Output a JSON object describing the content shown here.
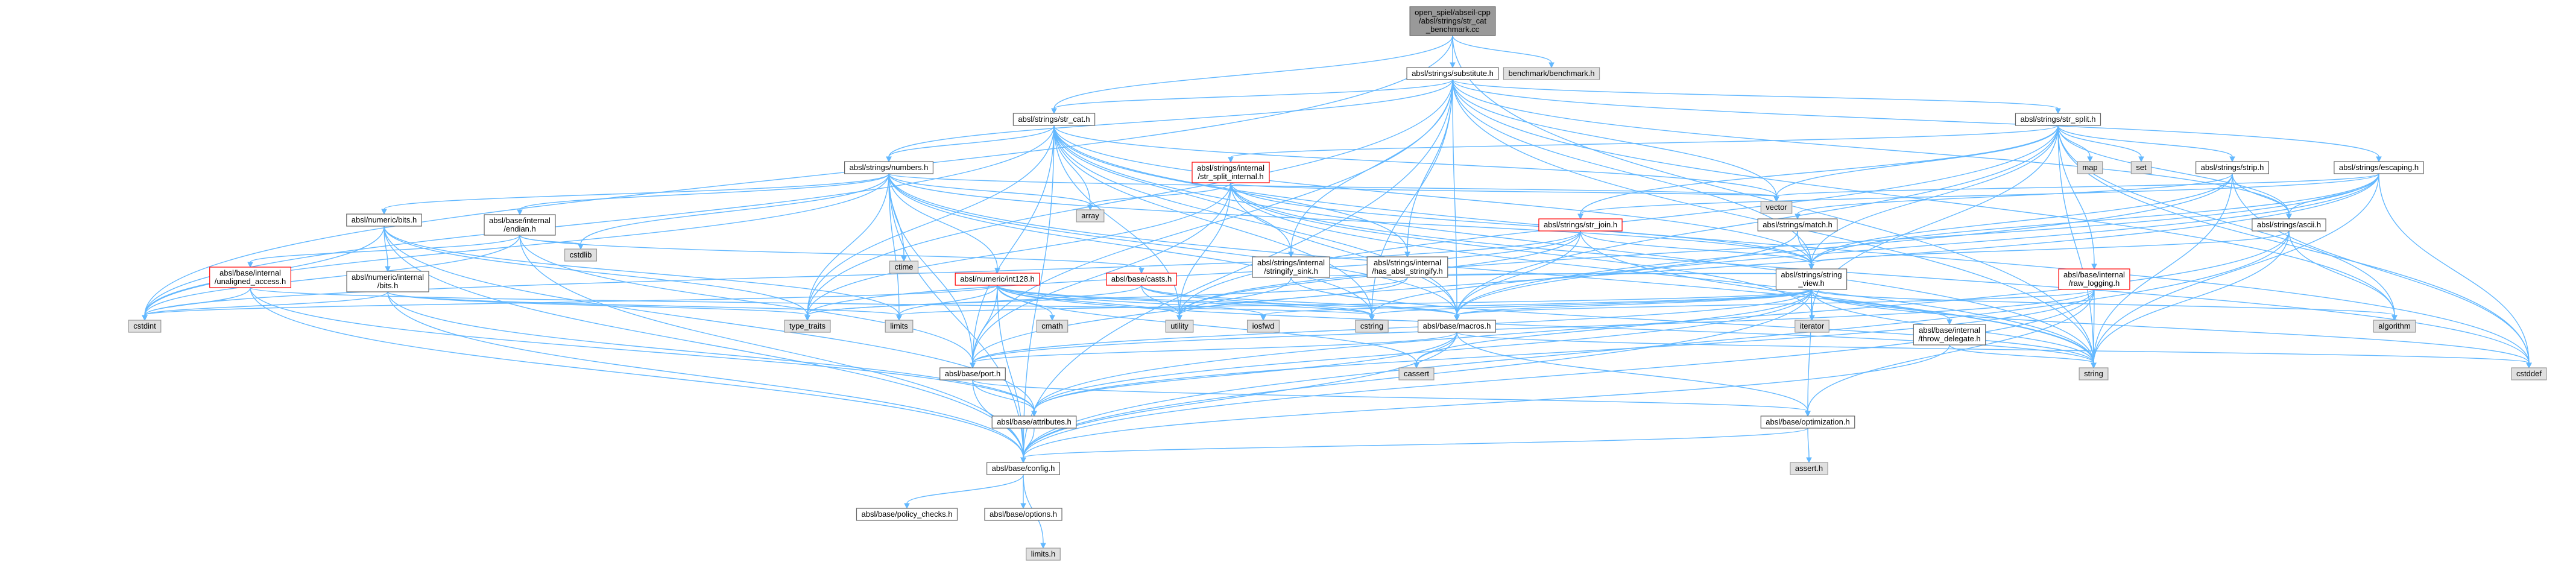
{
  "colors": {
    "edge": "#63b8ff",
    "root_fill": "#999999",
    "default_fill": "#ffffff",
    "default_border": "#666666",
    "external_fill": "#e0e0e0",
    "external_border": "#999999",
    "incomplete_border": "#ff0000"
  },
  "nodes": [
    {
      "id": "root",
      "lines": [
        "open_spiel/abseil-cpp",
        "/absl/strings/str_cat",
        "_benchmark.cc"
      ],
      "kind": "root"
    },
    {
      "id": "substitute",
      "lines": [
        "absl/strings/substitute.h"
      ],
      "kind": "normal"
    },
    {
      "id": "bench",
      "lines": [
        "benchmark/benchmark.h"
      ],
      "kind": "external"
    },
    {
      "id": "str_cat",
      "lines": [
        "absl/strings/str_cat.h"
      ],
      "kind": "normal"
    },
    {
      "id": "str_split",
      "lines": [
        "absl/strings/str_split.h"
      ],
      "kind": "normal"
    },
    {
      "id": "numbers",
      "lines": [
        "absl/strings/numbers.h"
      ],
      "kind": "normal"
    },
    {
      "id": "str_split_internal",
      "lines": [
        "absl/strings/internal",
        "/str_split_internal.h"
      ],
      "kind": "incomplete"
    },
    {
      "id": "map",
      "lines": [
        "map"
      ],
      "kind": "external"
    },
    {
      "id": "set",
      "lines": [
        "set"
      ],
      "kind": "external"
    },
    {
      "id": "strip",
      "lines": [
        "absl/strings/strip.h"
      ],
      "kind": "normal"
    },
    {
      "id": "escaping",
      "lines": [
        "absl/strings/escaping.h"
      ],
      "kind": "normal"
    },
    {
      "id": "array",
      "lines": [
        "array"
      ],
      "kind": "external"
    },
    {
      "id": "vector",
      "lines": [
        "vector"
      ],
      "kind": "external"
    },
    {
      "id": "numeric_bits",
      "lines": [
        "absl/numeric/bits.h"
      ],
      "kind": "normal"
    },
    {
      "id": "endian",
      "lines": [
        "absl/base/internal",
        "/endian.h"
      ],
      "kind": "normal"
    },
    {
      "id": "ctime",
      "lines": [
        "ctime"
      ],
      "kind": "external"
    },
    {
      "id": "stringify_sink",
      "lines": [
        "absl/strings/internal",
        "/stringify_sink.h"
      ],
      "kind": "normal"
    },
    {
      "id": "has_absl_stringify",
      "lines": [
        "absl/strings/internal",
        "/has_absl_stringify.h"
      ],
      "kind": "normal"
    },
    {
      "id": "str_join",
      "lines": [
        "absl/strings/str_join.h"
      ],
      "kind": "incomplete"
    },
    {
      "id": "match",
      "lines": [
        "absl/strings/match.h"
      ],
      "kind": "normal"
    },
    {
      "id": "ascii",
      "lines": [
        "absl/strings/ascii.h"
      ],
      "kind": "normal"
    },
    {
      "id": "unaligned_access",
      "lines": [
        "absl/base/internal",
        "/unaligned_access.h"
      ],
      "kind": "incomplete"
    },
    {
      "id": "numeric_internal_bits",
      "lines": [
        "absl/numeric/internal",
        "/bits.h"
      ],
      "kind": "normal"
    },
    {
      "id": "cstdlib",
      "lines": [
        "cstdlib"
      ],
      "kind": "external"
    },
    {
      "id": "int128",
      "lines": [
        "absl/numeric/int128.h"
      ],
      "kind": "incomplete"
    },
    {
      "id": "casts",
      "lines": [
        "absl/base/casts.h"
      ],
      "kind": "incomplete"
    },
    {
      "id": "string_view",
      "lines": [
        "absl/strings/string",
        "_view.h"
      ],
      "kind": "normal"
    },
    {
      "id": "raw_logging",
      "lines": [
        "absl/base/internal",
        "/raw_logging.h"
      ],
      "kind": "incomplete"
    },
    {
      "id": "cstdint",
      "lines": [
        "cstdint"
      ],
      "kind": "external"
    },
    {
      "id": "type_traits",
      "lines": [
        "type_traits"
      ],
      "kind": "external"
    },
    {
      "id": "limits",
      "lines": [
        "limits"
      ],
      "kind": "external"
    },
    {
      "id": "cmath",
      "lines": [
        "cmath"
      ],
      "kind": "external"
    },
    {
      "id": "utility",
      "lines": [
        "utility"
      ],
      "kind": "external"
    },
    {
      "id": "iosfwd",
      "lines": [
        "iosfwd"
      ],
      "kind": "external"
    },
    {
      "id": "cstring",
      "lines": [
        "cstring"
      ],
      "kind": "external"
    },
    {
      "id": "macros",
      "lines": [
        "absl/base/macros.h"
      ],
      "kind": "normal"
    },
    {
      "id": "iterator",
      "lines": [
        "iterator"
      ],
      "kind": "external"
    },
    {
      "id": "throw_delegate",
      "lines": [
        "absl/base/internal",
        "/throw_delegate.h"
      ],
      "kind": "normal"
    },
    {
      "id": "algorithm",
      "lines": [
        "algorithm"
      ],
      "kind": "external"
    },
    {
      "id": "cstddef",
      "lines": [
        "cstddef"
      ],
      "kind": "external"
    },
    {
      "id": "port",
      "lines": [
        "absl/base/port.h"
      ],
      "kind": "normal"
    },
    {
      "id": "cassert",
      "lines": [
        "cassert"
      ],
      "kind": "external"
    },
    {
      "id": "string",
      "lines": [
        "string"
      ],
      "kind": "external"
    },
    {
      "id": "attributes",
      "lines": [
        "absl/base/attributes.h"
      ],
      "kind": "normal"
    },
    {
      "id": "optimization",
      "lines": [
        "absl/base/optimization.h"
      ],
      "kind": "normal"
    },
    {
      "id": "config",
      "lines": [
        "absl/base/config.h"
      ],
      "kind": "normal"
    },
    {
      "id": "assert_h",
      "lines": [
        "assert.h"
      ],
      "kind": "external"
    },
    {
      "id": "policy_checks",
      "lines": [
        "absl/base/policy_checks.h"
      ],
      "kind": "normal"
    },
    {
      "id": "options",
      "lines": [
        "absl/base/options.h"
      ],
      "kind": "normal"
    },
    {
      "id": "limits_h",
      "lines": [
        "limits.h"
      ],
      "kind": "external"
    }
  ],
  "edges": [
    [
      "root",
      "substitute"
    ],
    [
      "root",
      "bench"
    ],
    [
      "root",
      "str_cat"
    ],
    [
      "root",
      "cstdint"
    ],
    [
      "root",
      "string"
    ],
    [
      "substitute",
      "str_cat"
    ],
    [
      "substitute",
      "str_split"
    ],
    [
      "substitute",
      "escaping"
    ],
    [
      "substitute",
      "ascii"
    ],
    [
      "substitute",
      "string_view"
    ],
    [
      "substitute",
      "macros"
    ],
    [
      "substitute",
      "port"
    ],
    [
      "substitute",
      "vector"
    ],
    [
      "substitute",
      "stringify_sink"
    ],
    [
      "substitute",
      "has_absl_stringify"
    ],
    [
      "substitute",
      "numbers"
    ],
    [
      "substitute",
      "type_traits"
    ],
    [
      "substitute",
      "cstring"
    ],
    [
      "substitute",
      "string"
    ],
    [
      "substitute",
      "config"
    ],
    [
      "substitute",
      "algorithm"
    ],
    [
      "str_cat",
      "numbers"
    ],
    [
      "str_cat",
      "string_view"
    ],
    [
      "str_cat",
      "stringify_sink"
    ],
    [
      "str_cat",
      "has_absl_stringify"
    ],
    [
      "str_cat",
      "array"
    ],
    [
      "str_cat",
      "vector"
    ],
    [
      "str_cat",
      "cstdint"
    ],
    [
      "str_cat",
      "cstddef"
    ],
    [
      "str_cat",
      "macros"
    ],
    [
      "str_cat",
      "port"
    ],
    [
      "str_cat",
      "type_traits"
    ],
    [
      "str_cat",
      "utility"
    ],
    [
      "str_cat",
      "string"
    ],
    [
      "str_cat",
      "config"
    ],
    [
      "str_cat",
      "cstring"
    ],
    [
      "str_split",
      "str_split_internal"
    ],
    [
      "str_split",
      "strip"
    ],
    [
      "str_split",
      "str_join"
    ],
    [
      "str_split",
      "map"
    ],
    [
      "str_split",
      "set"
    ],
    [
      "str_split",
      "vector"
    ],
    [
      "str_split",
      "string_view"
    ],
    [
      "str_split",
      "raw_logging"
    ],
    [
      "str_split",
      "macros"
    ],
    [
      "str_split",
      "ascii"
    ],
    [
      "str_split",
      "string"
    ],
    [
      "str_split",
      "utility"
    ],
    [
      "str_split",
      "algorithm"
    ],
    [
      "str_split",
      "cstddef"
    ],
    [
      "str_split",
      "iterator"
    ],
    [
      "numbers",
      "numeric_bits"
    ],
    [
      "numbers",
      "endian"
    ],
    [
      "numbers",
      "ctime"
    ],
    [
      "numbers",
      "int128"
    ],
    [
      "numbers",
      "string_view"
    ],
    [
      "numbers",
      "config"
    ],
    [
      "numbers",
      "macros"
    ],
    [
      "numbers",
      "port"
    ],
    [
      "numbers",
      "cstdlib"
    ],
    [
      "numbers",
      "cstring"
    ],
    [
      "numbers",
      "limits"
    ],
    [
      "numbers",
      "type_traits"
    ],
    [
      "numbers",
      "cstdint"
    ],
    [
      "numbers",
      "string"
    ],
    [
      "numbers",
      "array"
    ],
    [
      "numbers",
      "vector"
    ],
    [
      "str_split_internal",
      "string_view"
    ],
    [
      "str_split_internal",
      "port"
    ],
    [
      "str_split_internal",
      "macros"
    ],
    [
      "str_split_internal",
      "array"
    ],
    [
      "str_split_internal",
      "vector"
    ],
    [
      "str_split_internal",
      "type_traits"
    ],
    [
      "str_split_internal",
      "utility"
    ],
    [
      "str_split_internal",
      "cstddef"
    ],
    [
      "str_split_internal",
      "string"
    ],
    [
      "str_split_internal",
      "iterator"
    ],
    [
      "str_split_internal",
      "initializer"
    ],
    [
      "strip",
      "ascii"
    ],
    [
      "strip",
      "macros"
    ],
    [
      "strip",
      "string_view"
    ],
    [
      "strip",
      "match"
    ],
    [
      "strip",
      "cstddef"
    ],
    [
      "strip",
      "string"
    ],
    [
      "escaping",
      "ascii"
    ],
    [
      "escaping",
      "str_join"
    ],
    [
      "escaping",
      "string_view"
    ],
    [
      "escaping",
      "macros"
    ],
    [
      "escaping",
      "port"
    ],
    [
      "escaping",
      "vector"
    ],
    [
      "escaping",
      "string"
    ],
    [
      "escaping",
      "cstddef"
    ],
    [
      "escaping",
      "utility"
    ],
    [
      "numeric_bits",
      "numeric_internal_bits"
    ],
    [
      "numeric_bits",
      "attributes"
    ],
    [
      "numeric_bits",
      "config"
    ],
    [
      "numeric_bits",
      "cstdint"
    ],
    [
      "numeric_bits",
      "limits"
    ],
    [
      "numeric_bits",
      "type_traits"
    ],
    [
      "endian",
      "unaligned_access"
    ],
    [
      "endian",
      "casts"
    ],
    [
      "endian",
      "port"
    ],
    [
      "endian",
      "config"
    ],
    [
      "endian",
      "cstdint"
    ],
    [
      "endian",
      "cstdlib"
    ],
    [
      "stringify_sink",
      "string_view"
    ],
    [
      "stringify_sink",
      "string"
    ],
    [
      "stringify_sink",
      "utility"
    ],
    [
      "has_absl_stringify",
      "string_view"
    ],
    [
      "has_absl_stringify",
      "type_traits"
    ],
    [
      "has_absl_stringify",
      "utility"
    ],
    [
      "str_join",
      "string_view"
    ],
    [
      "str_join",
      "macros"
    ],
    [
      "str_join",
      "string"
    ],
    [
      "str_join",
      "type_traits"
    ],
    [
      "str_join",
      "utility"
    ],
    [
      "str_join",
      "cstdint"
    ],
    [
      "match",
      "string_view"
    ],
    [
      "match",
      "cstring"
    ],
    [
      "ascii",
      "string_view"
    ],
    [
      "ascii",
      "attributes"
    ],
    [
      "ascii",
      "string"
    ],
    [
      "ascii",
      "algorithm"
    ],
    [
      "ascii",
      "config"
    ],
    [
      "unaligned_access",
      "attributes"
    ],
    [
      "unaligned_access",
      "config"
    ],
    [
      "unaligned_access",
      "cstdint"
    ],
    [
      "unaligned_access",
      "cstring"
    ],
    [
      "numeric_internal_bits",
      "config"
    ],
    [
      "numeric_internal_bits",
      "limits"
    ],
    [
      "numeric_internal_bits",
      "type_traits"
    ],
    [
      "numeric_internal_bits",
      "cstdint"
    ],
    [
      "numeric_internal_bits",
      "attributes"
    ],
    [
      "int128",
      "config"
    ],
    [
      "int128",
      "macros"
    ],
    [
      "int128",
      "port"
    ],
    [
      "int128",
      "cassert"
    ],
    [
      "int128",
      "cmath"
    ],
    [
      "int128",
      "cstdint"
    ],
    [
      "int128",
      "cstring"
    ],
    [
      "int128",
      "iosfwd"
    ],
    [
      "int128",
      "limits"
    ],
    [
      "int128",
      "string"
    ],
    [
      "int128",
      "utility"
    ],
    [
      "casts",
      "macros"
    ],
    [
      "casts",
      "cstring"
    ],
    [
      "casts",
      "type_traits"
    ],
    [
      "casts",
      "utility"
    ],
    [
      "string_view",
      "config"
    ],
    [
      "string_view",
      "macros"
    ],
    [
      "string_view",
      "port"
    ],
    [
      "string_view",
      "throw_delegate"
    ],
    [
      "string_view",
      "attributes"
    ],
    [
      "string_view",
      "optimization"
    ],
    [
      "string_view",
      "algorithm"
    ],
    [
      "string_view",
      "cassert"
    ],
    [
      "string_view",
      "cstddef"
    ],
    [
      "string_view",
      "cstring"
    ],
    [
      "string_view",
      "iosfwd"
    ],
    [
      "string_view",
      "iterator"
    ],
    [
      "string_view",
      "limits"
    ],
    [
      "string_view",
      "string"
    ],
    [
      "raw_logging",
      "attributes"
    ],
    [
      "raw_logging",
      "config"
    ],
    [
      "raw_logging",
      "macros"
    ],
    [
      "raw_logging",
      "optimization"
    ],
    [
      "raw_logging",
      "port"
    ],
    [
      "raw_logging",
      "string"
    ],
    [
      "macros",
      "cassert"
    ],
    [
      "macros",
      "cstddef"
    ],
    [
      "macros",
      "attributes"
    ],
    [
      "macros",
      "config"
    ],
    [
      "macros",
      "optimization"
    ],
    [
      "macros",
      "port"
    ],
    [
      "throw_delegate",
      "config"
    ],
    [
      "throw_delegate",
      "string"
    ],
    [
      "port",
      "attributes"
    ],
    [
      "port",
      "config"
    ],
    [
      "port",
      "optimization"
    ],
    [
      "attributes",
      "config"
    ],
    [
      "optimization",
      "assert_h"
    ],
    [
      "optimization",
      "config"
    ],
    [
      "config",
      "policy_checks"
    ],
    [
      "config",
      "options"
    ],
    [
      "config",
      "limits_h"
    ]
  ]
}
